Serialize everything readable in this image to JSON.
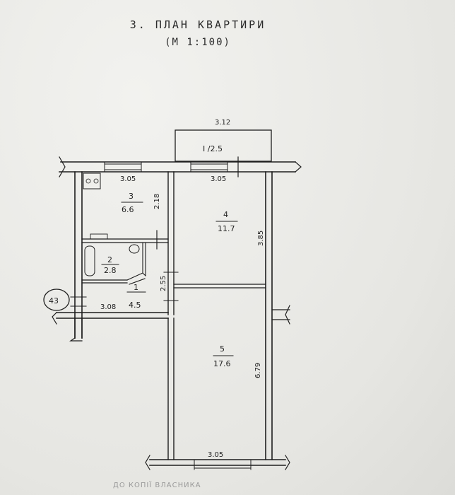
{
  "document": {
    "title": "3. ПЛАН КВАРТИРИ",
    "scale": "(М 1:100)",
    "balcony": {
      "dimension": "3.12",
      "label": "І /2.5"
    },
    "rooms": [
      {
        "id": "3",
        "area": "6.6",
        "width": "3.05",
        "depth": "2.18"
      },
      {
        "id": "4",
        "area": "11.7",
        "width": "3.05",
        "depth": "3.85"
      },
      {
        "id": "2",
        "area": "2.8"
      },
      {
        "id": "1",
        "area": "4.5",
        "width": "3.08",
        "depth": "2.55"
      },
      {
        "id": "5",
        "area": "17.6",
        "width": "3.05",
        "depth": "6.79"
      }
    ],
    "apartment_number": "43",
    "footer_stamp": "ДО КОПІЇ ВЛАСНИКА"
  }
}
